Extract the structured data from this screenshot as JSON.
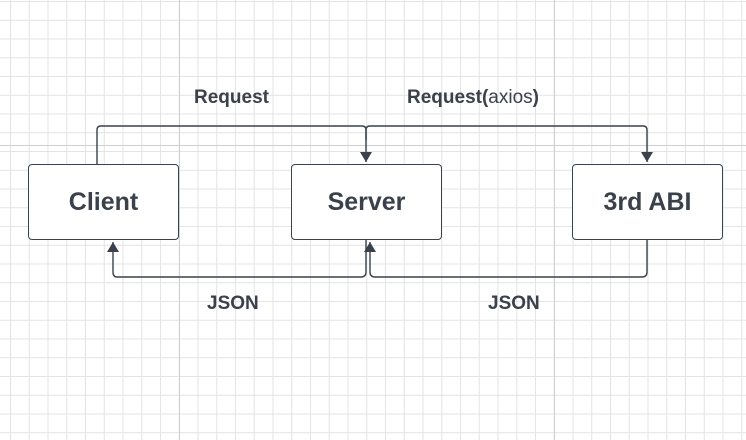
{
  "nodes": {
    "client": "Client",
    "server": "Server",
    "third": "3rd ABI"
  },
  "labels": {
    "request_left": "Request",
    "request_right_prefix": "Request(",
    "request_right_inner": "axios",
    "request_right_suffix": ")",
    "json_left": "JSON",
    "json_right": "JSON"
  },
  "colors": {
    "stroke": "#3a414a",
    "grid": "#e3e3e3",
    "background": "#ffffff"
  }
}
